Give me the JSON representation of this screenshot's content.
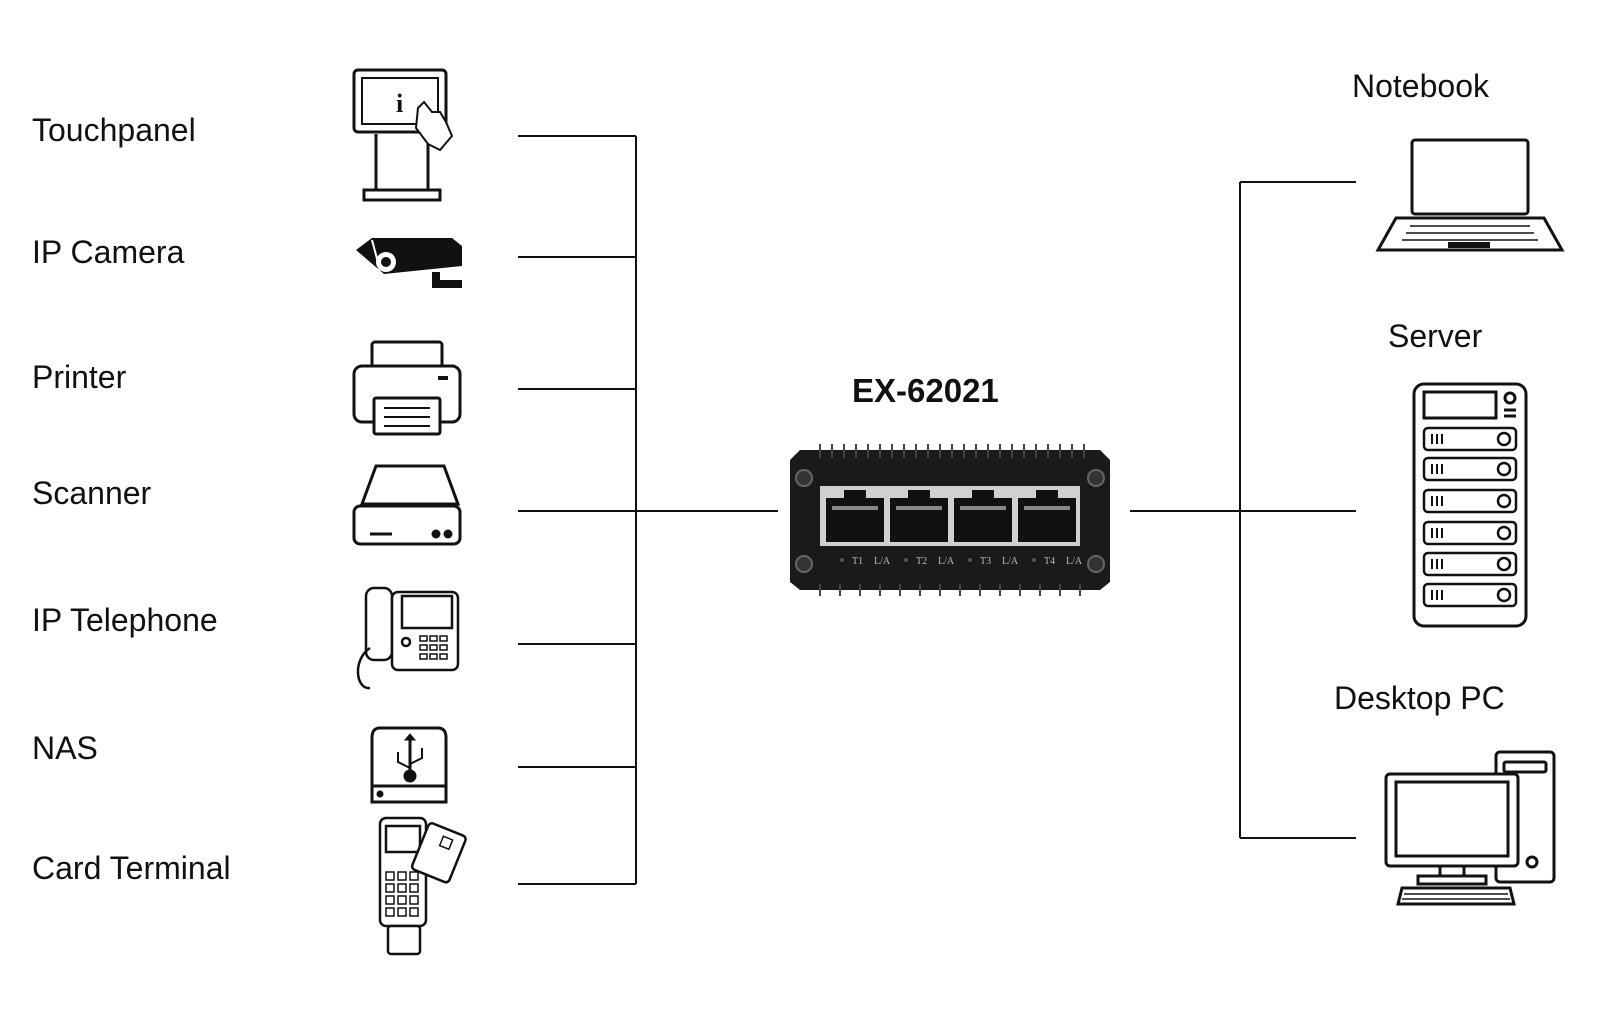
{
  "switch": {
    "model": "EX-62021",
    "port_labels": [
      "T1",
      "L/A",
      "T2",
      "L/A",
      "T3",
      "L/A",
      "T4",
      "L/A"
    ]
  },
  "left_devices": [
    {
      "label": "Touchpanel",
      "icon": "touchpanel-kiosk-icon"
    },
    {
      "label": "IP Camera",
      "icon": "ip-camera-icon"
    },
    {
      "label": "Printer",
      "icon": "printer-icon"
    },
    {
      "label": "Scanner",
      "icon": "scanner-icon"
    },
    {
      "label": "IP Telephone",
      "icon": "ip-telephone-icon"
    },
    {
      "label": "NAS",
      "icon": "nas-drive-icon"
    },
    {
      "label": "Card Terminal",
      "icon": "card-terminal-icon"
    }
  ],
  "right_devices": [
    {
      "label": "Notebook",
      "icon": "notebook-icon"
    },
    {
      "label": "Server",
      "icon": "server-rack-icon"
    },
    {
      "label": "Desktop PC",
      "icon": "desktop-pc-icon"
    }
  ],
  "colors": {
    "line": "#111111",
    "device_body": "#1a1a1a",
    "port_metal": "#d0d0d0"
  }
}
